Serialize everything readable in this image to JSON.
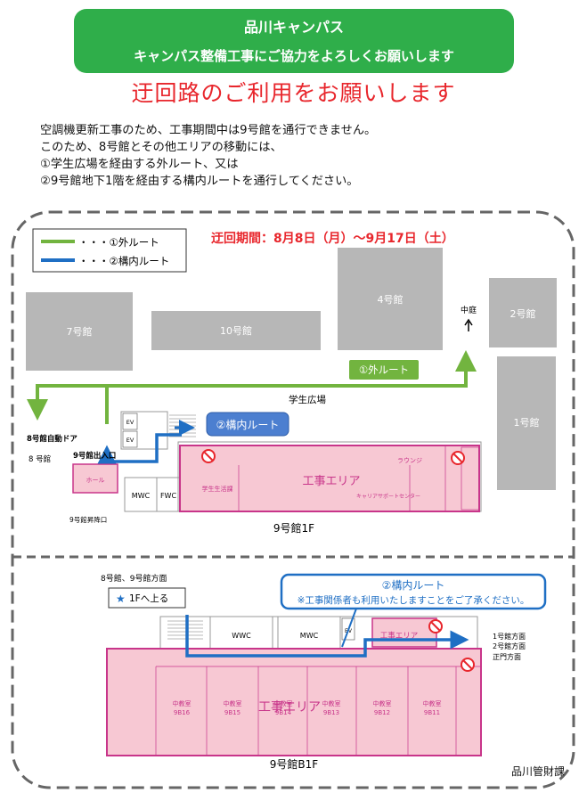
{
  "banner": {
    "line1": "品川キャンパス",
    "line2": "キャンパス整備工事にご協力をよろしくお願いします"
  },
  "headline": "迂回路のご利用をお願いします",
  "intro": {
    "lines": [
      "空調機更新工事のため、工事期間中は9号館を通行できません。",
      "このため、8号館とその他エリアの移動には、",
      "①学生広場を経由する外ルート、又は",
      "②9号館地下1階を経由する構内ルートを通行してください。"
    ]
  },
  "legend": {
    "outer": "・・・①外ルート",
    "inner": "・・・②構内ルート"
  },
  "detour_period": "迂回期間：8月8日（月）～9月17日（土）",
  "colors": {
    "outer_route": "#72b43f",
    "inner_route": "#1f6fc4",
    "construction": "#f7c8d3",
    "construction_border": "#c8358a",
    "banner": "#2fae4a",
    "headline": "#e8262c"
  },
  "floor1": {
    "buildings": {
      "b7": "7号館",
      "b10": "10号館",
      "b4": "4号館",
      "b2": "2号館",
      "b1": "1号館"
    },
    "nakaniwa": "中庭",
    "plaza": "学生広場",
    "outer_label": "①外ルート",
    "inner_label": "②構内ルート",
    "auto_door": "8号館自動ドア",
    "b8": "8 号館",
    "entrance": "9号館出入口",
    "stairs": "9号館昇降口",
    "hall": "ホール",
    "ev": "EV",
    "mwc": "MWC",
    "fwc": "FWC",
    "construction": "工事エリア",
    "lounge": "ラウンジ",
    "student_life": "学生生活課",
    "career": "キャリアサポートセンター",
    "floor_title": "9号館1F"
  },
  "floorB1": {
    "directions_top": "8号館、9号館方面",
    "up_to_1f": "1Fへ上る",
    "inner_label": "②構内ルート",
    "note": "※工事関係者も利用いたしますことをご了承ください。",
    "mwc": "MWC",
    "wwc": "WWC",
    "ev": "EV",
    "construction_small": "工事エリア",
    "construction": "工事エリア",
    "directions_right": [
      "1号館方面",
      "2号館方面",
      "正門方面"
    ],
    "classroom": "中教室",
    "rooms": [
      "9B16",
      "9B15",
      "9B14",
      "9B13",
      "9B12",
      "9B11"
    ],
    "floor_title": "9号館B1F"
  },
  "footer": "品川管財課"
}
